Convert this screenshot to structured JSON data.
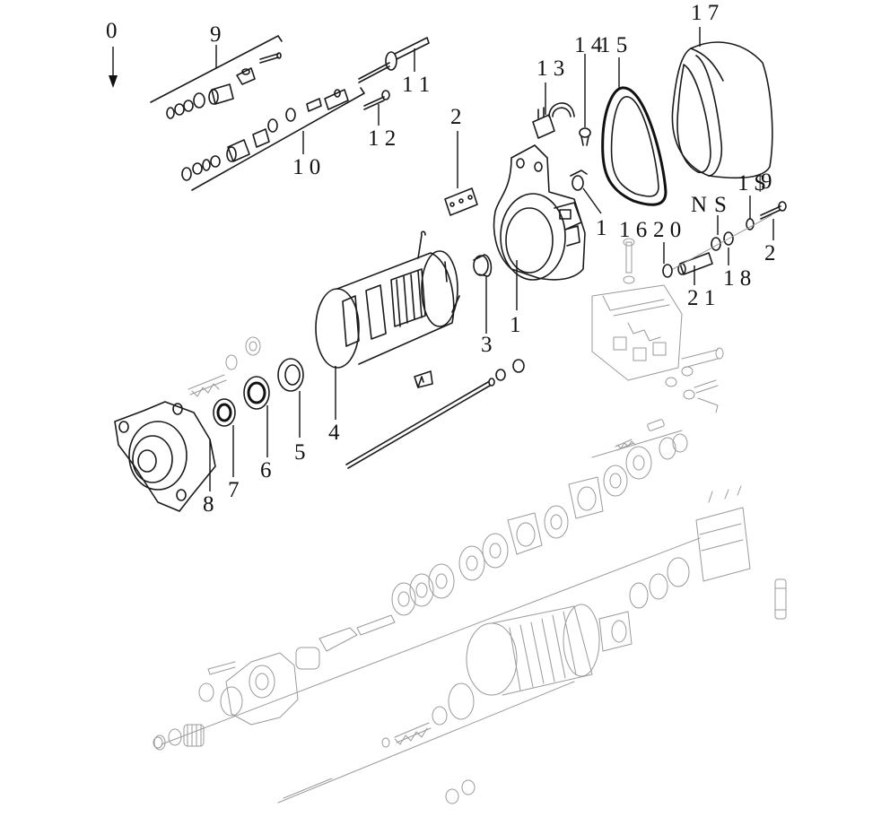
{
  "diagram": {
    "callouts": [
      {
        "text": "0"
      },
      {
        "text": "9"
      },
      {
        "text": "1 0"
      },
      {
        "text": "1 1"
      },
      {
        "text": "1 2"
      },
      {
        "text": "2"
      },
      {
        "text": "1 3"
      },
      {
        "text": "1 4"
      },
      {
        "text": "1 5"
      },
      {
        "text": "1 7"
      },
      {
        "text": "1"
      },
      {
        "text": "1 6"
      },
      {
        "text": "2 0"
      },
      {
        "text": "N"
      },
      {
        "text": "S"
      },
      {
        "text": "1 $"
      },
      {
        "text": "9"
      },
      {
        "text": "2"
      },
      {
        "text": "2 1"
      },
      {
        "text": "1 8"
      },
      {
        "text": "3"
      },
      {
        "text": "1"
      },
      {
        "text": "4"
      },
      {
        "text": "5"
      },
      {
        "text": "6"
      },
      {
        "text": "7"
      },
      {
        "text": "8"
      }
    ]
  }
}
